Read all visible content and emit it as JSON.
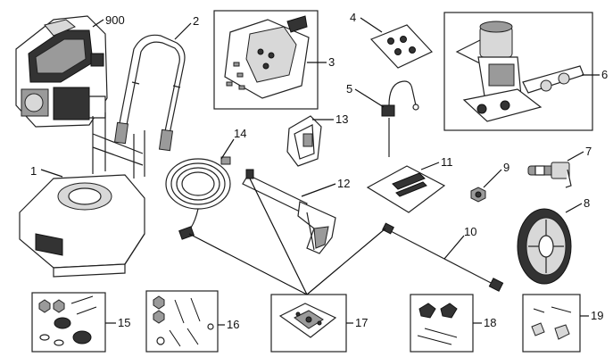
{
  "callouts": {
    "engine": "900",
    "frame": "1",
    "handle": "2",
    "control_panel": "3",
    "hardware_bag_4": "4",
    "chemical_hose": "5",
    "pump": "6",
    "axle": "7",
    "wheel": "8",
    "nut": "9",
    "extension_wand": "10",
    "nozzle_bag": "11",
    "spray_gun": "12",
    "hose_holder": "13",
    "high_pressure_hose": "14",
    "hardware_15": "15",
    "hardware_16": "16",
    "hardware_17": "17",
    "hardware_18": "18",
    "hardware_19": "19"
  }
}
